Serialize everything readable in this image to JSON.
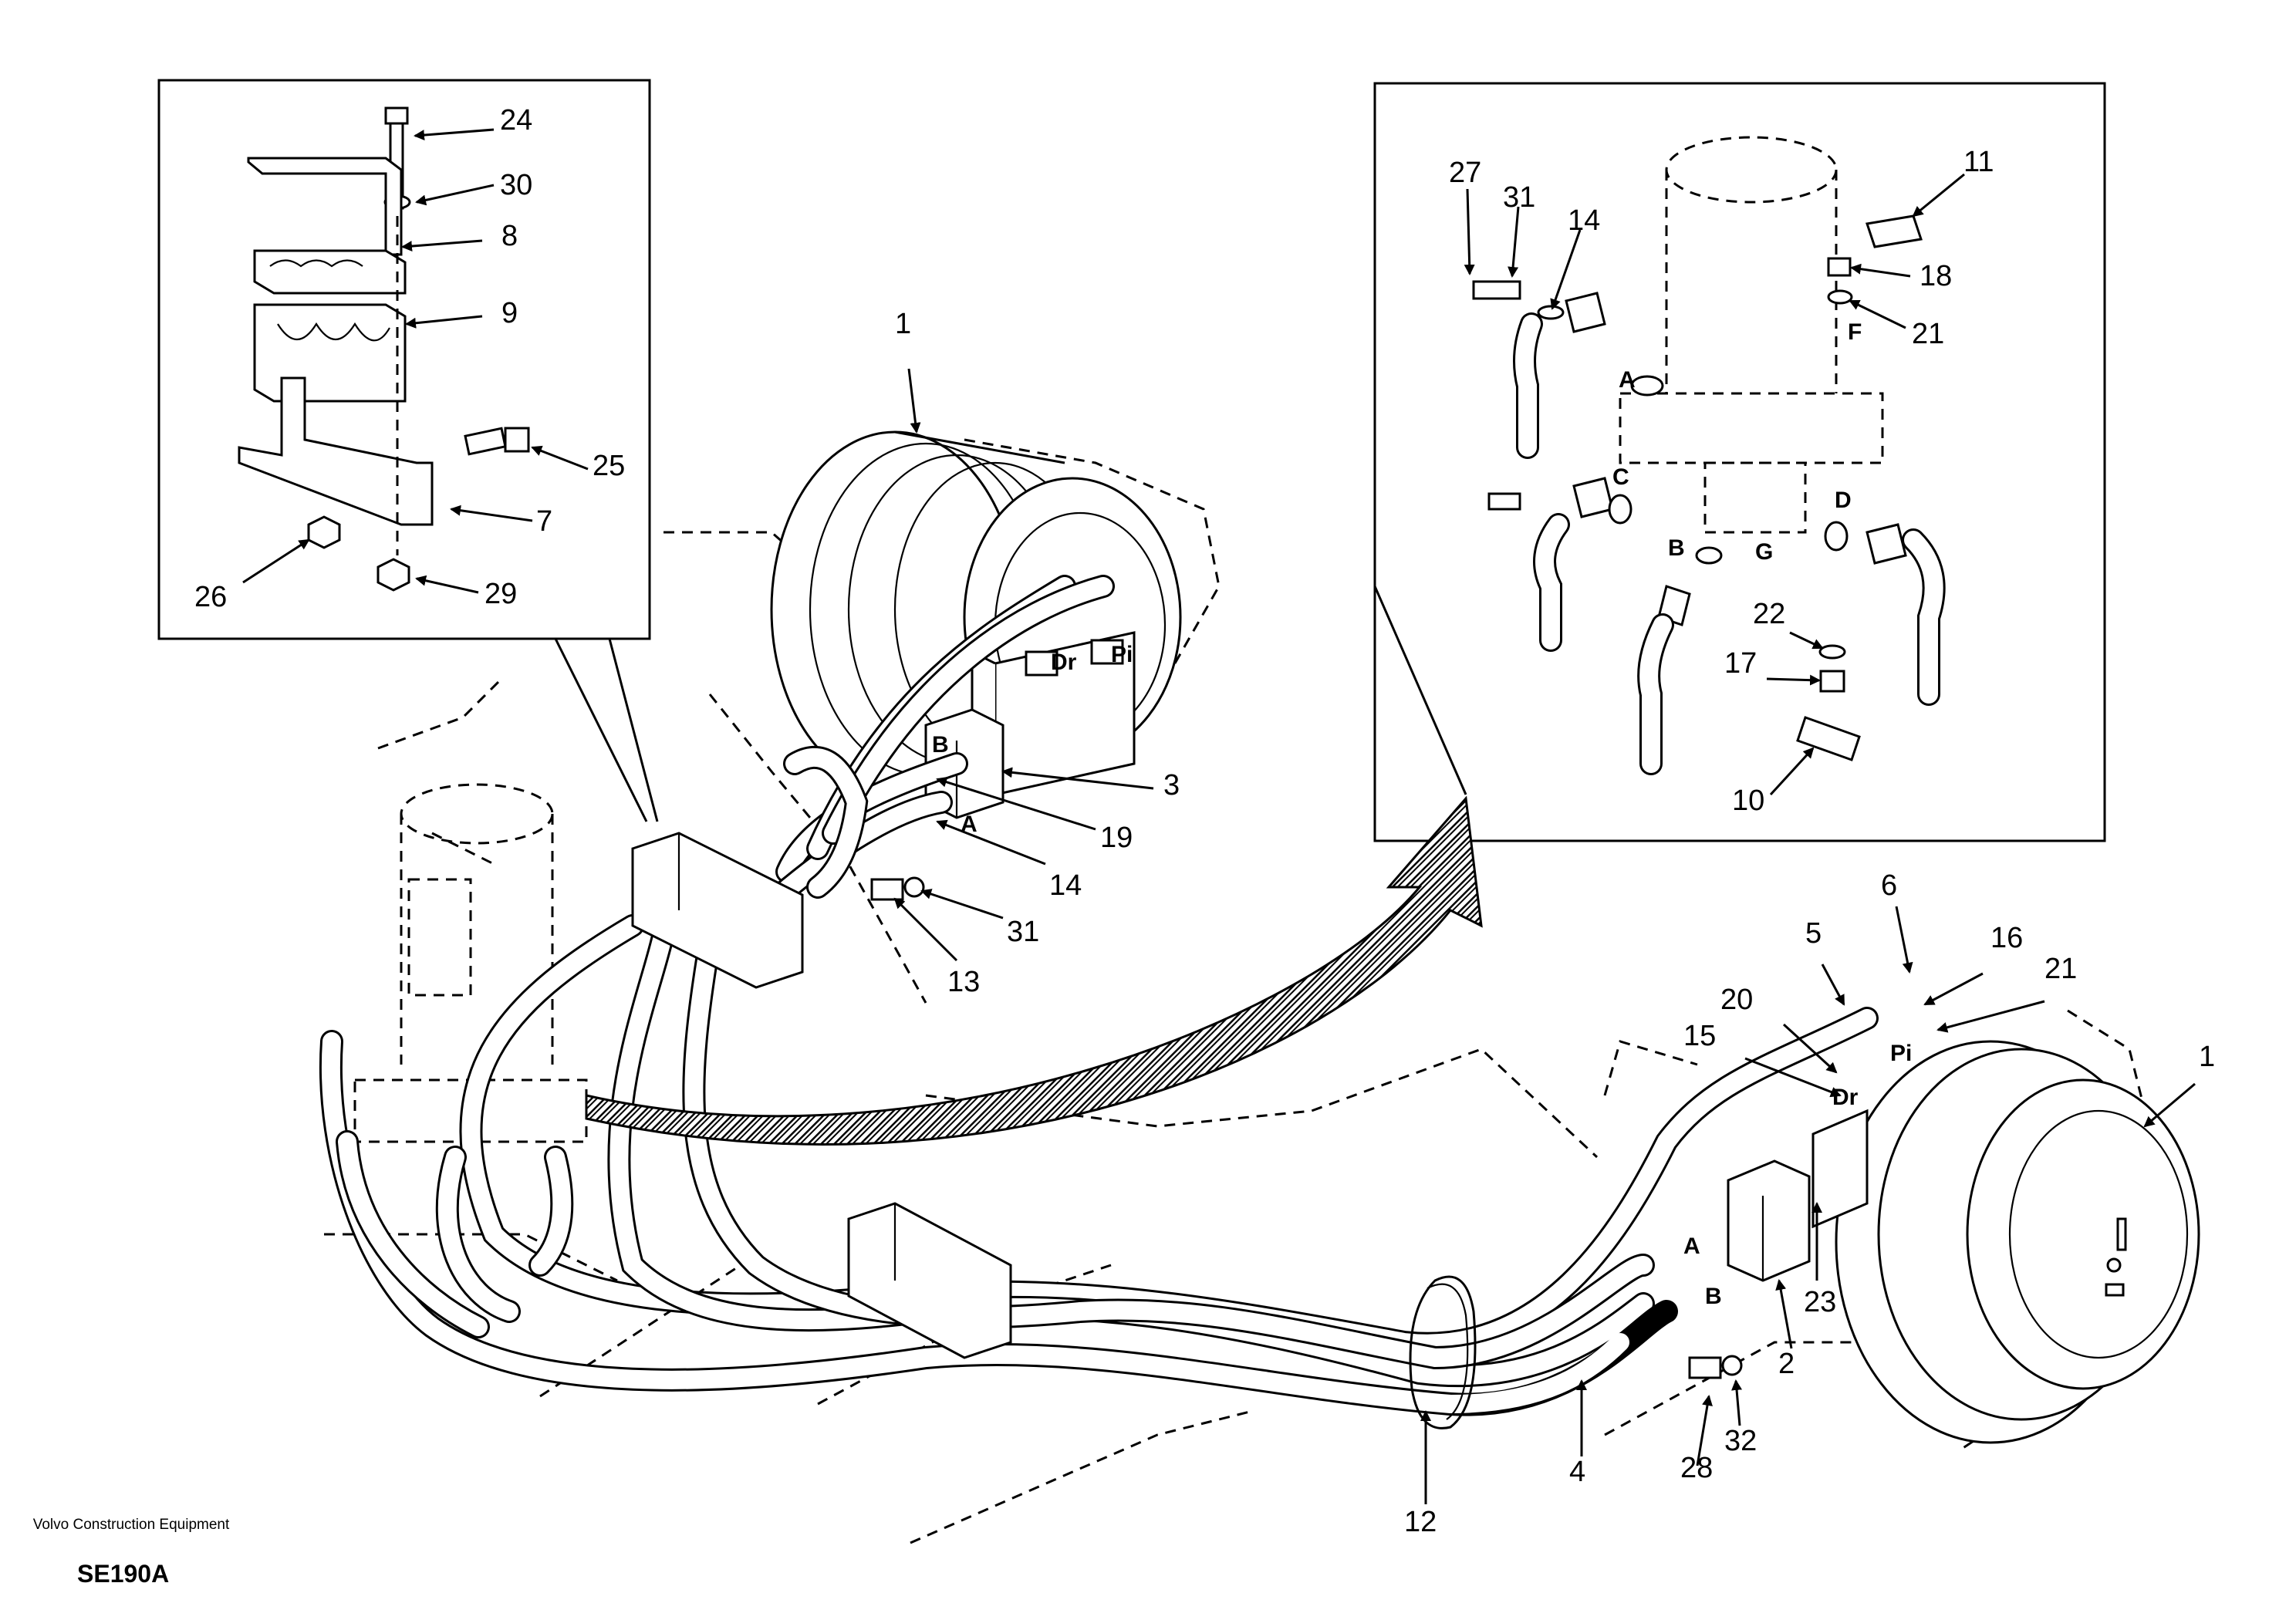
{
  "callouts": {
    "c1": "1",
    "c2": "2",
    "c3": "3",
    "c4": "4",
    "c5": "5",
    "c6": "6",
    "c7": "7",
    "c8": "8",
    "c9": "9",
    "c10": "10",
    "c11": "11",
    "c12": "12",
    "c13": "13",
    "c14": "14",
    "c15": "15",
    "c16": "16",
    "c17": "17",
    "c18": "18",
    "c19": "19",
    "c20": "20",
    "c21": "21",
    "c22": "22",
    "c23": "23",
    "c24": "24",
    "c25": "25",
    "c26": "26",
    "c27": "27",
    "c28": "28",
    "c29": "29",
    "c30": "30",
    "c31": "31",
    "c32": "32"
  },
  "ports": {
    "A": "A",
    "B": "B",
    "C": "C",
    "D": "D",
    "F": "F",
    "G": "G",
    "Dr": "Dr",
    "Pi": "Pi"
  },
  "footer": {
    "manufacturer": "Volvo Construction Equipment",
    "drawing_code": "SE190A"
  }
}
